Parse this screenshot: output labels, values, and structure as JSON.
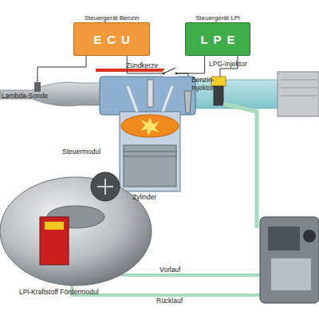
{
  "diagram": {
    "nodes": [
      {
        "text": [
          "Steuergerät Benzin",
          "ECU"
        ]
      },
      {
        "text": [
          "Steuergerät LPi",
          "LPE"
        ]
      }
    ],
    "edges": [
      {
        "from": 0,
        "to": 1,
        "arrow": "none"
      }
    ],
    "labels": [
      "Lambda-Sonde",
      "Zündkerze",
      "Benzin- Injektor",
      "LPG-Injektor",
      "Steuermodul",
      "Zylinder",
      "LPi-Kraftstoff Fördermodul",
      "Vorlauf",
      "Rücklauf"
    ]
  }
}
